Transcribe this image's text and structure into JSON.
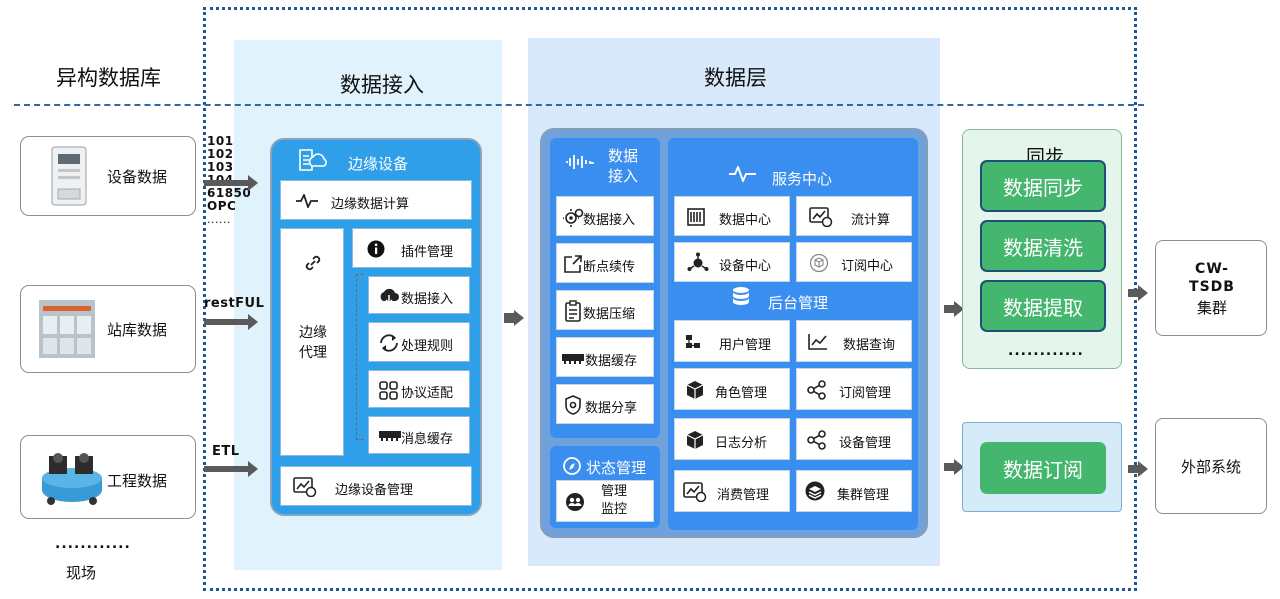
{
  "left_title": "异构数据库",
  "access_title": "数据接入",
  "data_layer_title": "数据层",
  "sources": [
    {
      "label": "设备数据"
    },
    {
      "label": "站库数据"
    },
    {
      "label": "工程数据"
    }
  ],
  "protocols": [
    "101",
    "102",
    "103",
    "104",
    "61850",
    "OPC",
    "......"
  ],
  "protocol_restful": "restFUL",
  "protocol_etl": "ETL",
  "bottom_dots": "............",
  "bottom_label": "现场",
  "edge": {
    "title": "边缘设备",
    "compute": "边缘数据计算",
    "agent": "边缘\n代理",
    "plugin": "插件管理",
    "sub_items": [
      "数据接入",
      "处理规则",
      "协议适配",
      "消息缓存"
    ],
    "manage": "边缘设备管理"
  },
  "data_access": {
    "title": "数据\n接入",
    "items": [
      "数据接入",
      "断点续传",
      "数据压缩",
      "数据缓存",
      "数据分享"
    ]
  },
  "status_mgmt": {
    "title": "状态管理",
    "item": "管理\n监控"
  },
  "service_center": {
    "title": "服务中心",
    "items": [
      "数据中心",
      "流计算",
      "设备中心",
      "订阅中心"
    ]
  },
  "backend": {
    "title": "后台管理",
    "items": [
      "用户管理",
      "数据查询",
      "角色管理",
      "订阅管理",
      "日志分析",
      "设备管理",
      "消费管理",
      "集群管理"
    ]
  },
  "sync": {
    "title": "同步",
    "items": [
      "数据同步",
      "数据清洗",
      "数据提取"
    ],
    "dots": "............"
  },
  "subscribe": "数据订阅",
  "tsdb": {
    "line1": "CW-",
    "line2": "TSDB",
    "line3": "集群"
  },
  "external": "外部系统"
}
